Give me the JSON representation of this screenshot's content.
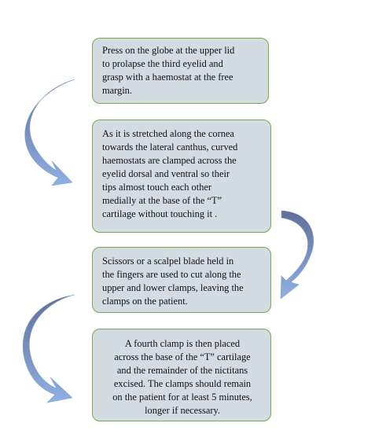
{
  "diagram": {
    "steps": [
      {
        "text": "Press on the globe at the upper lid\nto prolapse the third eyelid and\ngrasp with a haemostat at the free\nmargin."
      },
      {
        "text": "As it is stretched along the cornea\ntowards the lateral canthus, curved\nhaemostats are clamped across the\neyelid dorsal and ventral  so their\ntips almost touch each other\nmedially at the base of the “T”\ncartilage without touching it ."
      },
      {
        "text": "Scissors or a scalpel blade held in\nthe fingers are used to cut along the\nupper and lower clamps, leaving the\nclamps on the patient."
      },
      {
        "text": "A fourth clamp is then placed\nacross the base of the “T” cartilage\nand the remainder of the nictitans\nexcised. The clamps should remain\non the patient for at least 5 minutes,\nlonger if  necessary."
      }
    ],
    "colors": {
      "box_fill": "#d3dbe3",
      "box_border": "#7aaa4a",
      "arrow_dark": "#5f6f98",
      "arrow_light": "#8fb0e4"
    }
  }
}
